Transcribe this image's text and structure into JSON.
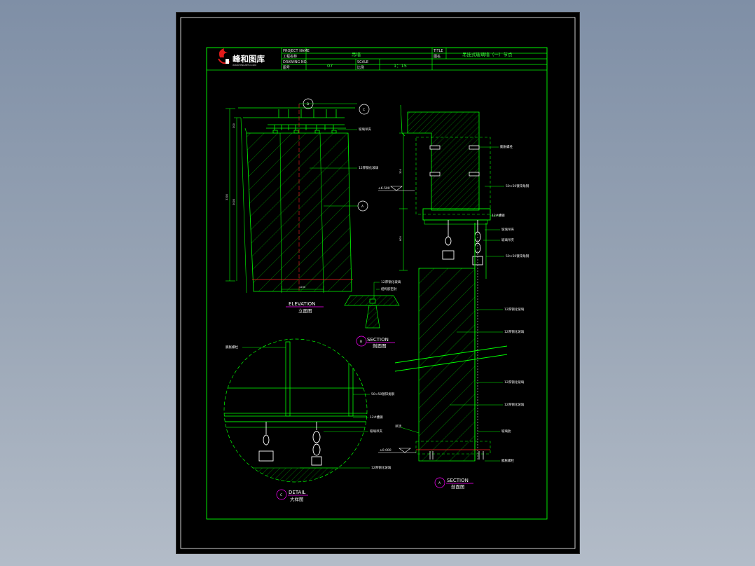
{
  "colors": {
    "background": "#8e9caf",
    "sheet": "#000000",
    "line": "#00ff00",
    "text": "#f2f2f2",
    "accent": "#ff00ff",
    "red": "#ff2020",
    "logo_red": "#e11a1a"
  },
  "title_block": {
    "logo_text": "峰和图库",
    "logo_sub": "WWW.FENGHETU.COM",
    "project_label_en": "PROJECT NAME",
    "project_label_cn": "工程名称",
    "project_value": "吊墙",
    "drawing_label_en": "DRAWING NO.",
    "drawing_label_cn": "图号",
    "drawing_value": "07",
    "scale_label_en": "SCALE",
    "scale_label_cn": "比例",
    "scale_value": "1：15",
    "title_label_en": "TITLE",
    "title_label_cn": "图名",
    "title_value": "吊挂式玻璃墙（一）节点"
  },
  "views": {
    "elevation": {
      "title_en": "ELEVATION",
      "title_cn": "立面图"
    },
    "section_b": {
      "marker": "B",
      "title_en": "SECTION",
      "title_cn": "剖面图"
    },
    "section_a": {
      "marker": "A",
      "title_en": "SECTION",
      "title_cn": "剖面图"
    },
    "detail_c": {
      "marker": "C",
      "title_en": "DETAIL",
      "title_cn": "大样图"
    }
  },
  "markers": {
    "elev_top": "B",
    "elev_right_top": "C",
    "elev_right_mid": "A"
  },
  "annotations": {
    "elev_fixture": "玻璃吊夹",
    "elev_glass": "12厚钢化玻璃",
    "secb_glass": "12厚钢化玻璃",
    "secb_seal": "结构胶密封",
    "sec_bolt": "膨胀螺栓",
    "sec_angle": "50×50镀锌角钢",
    "sec_channel": "12#槽钢",
    "sec_clip1": "玻璃吊夹",
    "sec_clip2": "玻璃吊夹",
    "sec_angle2": "50×50镀锌角钢",
    "sec_glass1": "12厚钢化玻璃",
    "sec_glass2": "12厚钢化玻璃",
    "sec_glass3": "12厚钢化玻璃",
    "sec_glass4": "12厚钢化玻璃",
    "sec_rib": "玻璃肋",
    "sec_ceiling": "吊顶",
    "sec_bottom_bolt": "膨胀螺栓",
    "det_bolt": "膨胀螺栓",
    "det_angle": "50×50镀锌角钢",
    "det_channel": "12#槽钢",
    "det_clip": "玻璃吊夹",
    "det_glass": "12厚钢化玻璃"
  },
  "levels": {
    "upper": "±6.500",
    "lower": "±0.000"
  },
  "dimensions": {
    "elev_total": "3300",
    "elev_top": "300",
    "elev_mid": "3000",
    "elev_bottom": "1200",
    "sec_a1": "300",
    "sec_a2": "800"
  }
}
